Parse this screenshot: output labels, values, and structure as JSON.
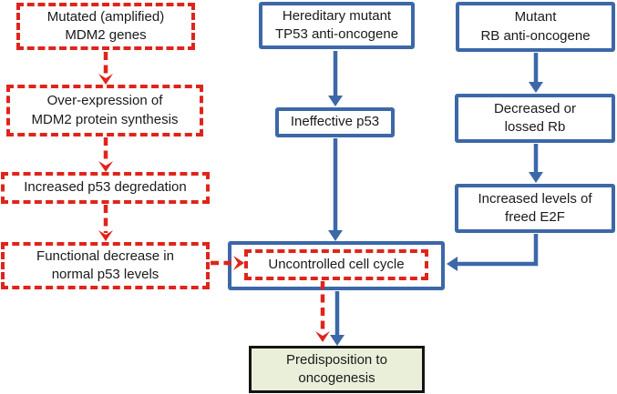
{
  "colors": {
    "red": "#e0241b",
    "blue": "#3c68a8",
    "text": "#1a1a1a",
    "bg": "#ffffff",
    "outcome-fill": "#eaefda",
    "outcome-border": "#141414"
  },
  "nodes": {
    "mdm2_genes": {
      "label": "Mutated (amplified)\nMDM2 genes"
    },
    "mdm2_overexpression": {
      "label": "Over-expression of\nMDM2 protein synthesis"
    },
    "p53_degradation": {
      "label": "Increased p53 degredation"
    },
    "p53_functional_decrease": {
      "label": "Functional decrease in\nnormal p53 levels"
    },
    "tp53_mutant": {
      "label": "Hereditary mutant\nTP53 anti-oncogene"
    },
    "ineffective_p53": {
      "label": "Ineffective p53"
    },
    "uncontrolled_cell_cycle": {
      "label": "Uncontrolled cell cycle"
    },
    "predisposition": {
      "label": "Predisposition to\noncogenesis"
    },
    "rb_mutant": {
      "label": "Mutant\nRB anti-oncogene"
    },
    "rb_loss": {
      "label": "Decreased or\nlossed Rb"
    },
    "e2f_increase": {
      "label": "Increased levels of\nfreed E2F"
    }
  },
  "edges": [
    {
      "from": "mdm2_genes",
      "to": "mdm2_overexpression",
      "style": "red-dashed"
    },
    {
      "from": "mdm2_overexpression",
      "to": "p53_degradation",
      "style": "red-dashed"
    },
    {
      "from": "p53_degradation",
      "to": "p53_functional_decrease",
      "style": "red-dashed"
    },
    {
      "from": "p53_functional_decrease",
      "to": "uncontrolled_cell_cycle",
      "style": "red-dashed"
    },
    {
      "from": "tp53_mutant",
      "to": "ineffective_p53",
      "style": "blue-solid"
    },
    {
      "from": "ineffective_p53",
      "to": "uncontrolled_cell_cycle",
      "style": "blue-solid"
    },
    {
      "from": "rb_mutant",
      "to": "rb_loss",
      "style": "blue-solid"
    },
    {
      "from": "rb_loss",
      "to": "e2f_increase",
      "style": "blue-solid"
    },
    {
      "from": "e2f_increase",
      "to": "uncontrolled_cell_cycle",
      "style": "blue-solid"
    },
    {
      "from": "uncontrolled_cell_cycle",
      "to": "predisposition",
      "style": "red-dashed"
    },
    {
      "from": "uncontrolled_cell_cycle",
      "to": "predisposition",
      "style": "blue-solid"
    }
  ]
}
